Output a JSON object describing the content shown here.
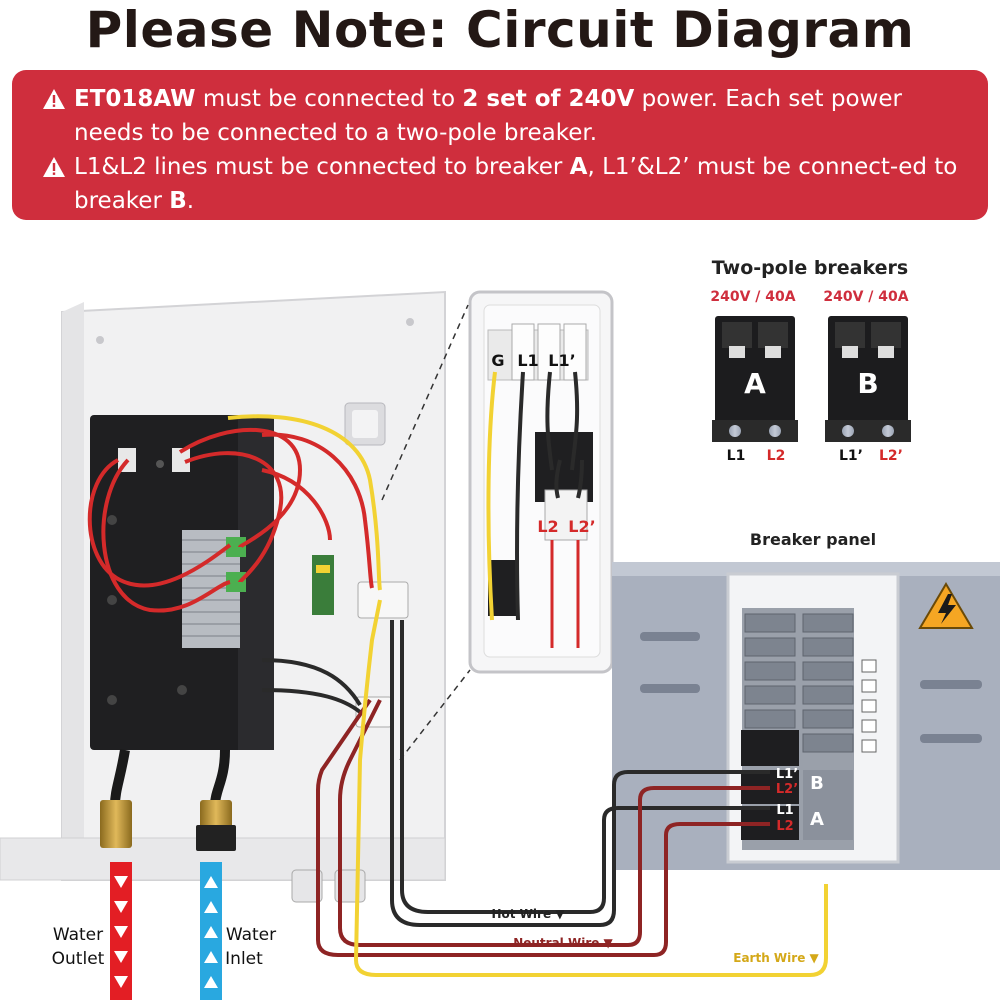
{
  "title": "Please Note: Circuit Diagram",
  "notice": {
    "line1": {
      "part1": "ET018AW",
      "part2": " must be connected to ",
      "part3": "2 set of 240V",
      "part4": " power. Each set power needs to be connected to a two-pole breaker."
    },
    "line2": {
      "part1": "L1&L2 lines must be connected to breaker ",
      "part2": "A",
      "part3": ", L1’&L2’  must be connect-ed to breaker ",
      "part4": "B",
      "part5": "."
    }
  },
  "breakers": {
    "heading": "Two-pole breakers",
    "a": {
      "rating": "240V / 40A",
      "letter": "A",
      "left_label": "L1",
      "right_label": "L2"
    },
    "b": {
      "rating": "240V / 40A",
      "letter": "B",
      "left_label": "L1’",
      "right_label": "L2’"
    }
  },
  "terminal_block": {
    "g": "G",
    "l1": "L1",
    "l1p": "L1’",
    "l2": "L2",
    "l2p": "L2’"
  },
  "panel": {
    "title": "Breaker panel",
    "b_top": "L1’",
    "b_bottom": "L2’",
    "b_letter": "B",
    "a_top": "L1",
    "a_bottom": "L2",
    "a_letter": "A"
  },
  "wires": {
    "hot": "Hot Wire ▼",
    "neutral": "Neutral Wire ▼",
    "earth": "Earth Wire ▼"
  },
  "water": {
    "outlet_1": "Water",
    "outlet_2": "Outlet",
    "inlet_1": "Water",
    "inlet_2": "Inlet"
  },
  "colors": {
    "red_banner": "#cf2e3d",
    "wire_red": "#d42a2a",
    "wire_yellow": "#f2d233",
    "wire_dark": "#2a2a2a",
    "neutral_wire": "#8e2424",
    "outlet_arrow": "#e31e24",
    "inlet_arrow": "#29a8e0"
  }
}
